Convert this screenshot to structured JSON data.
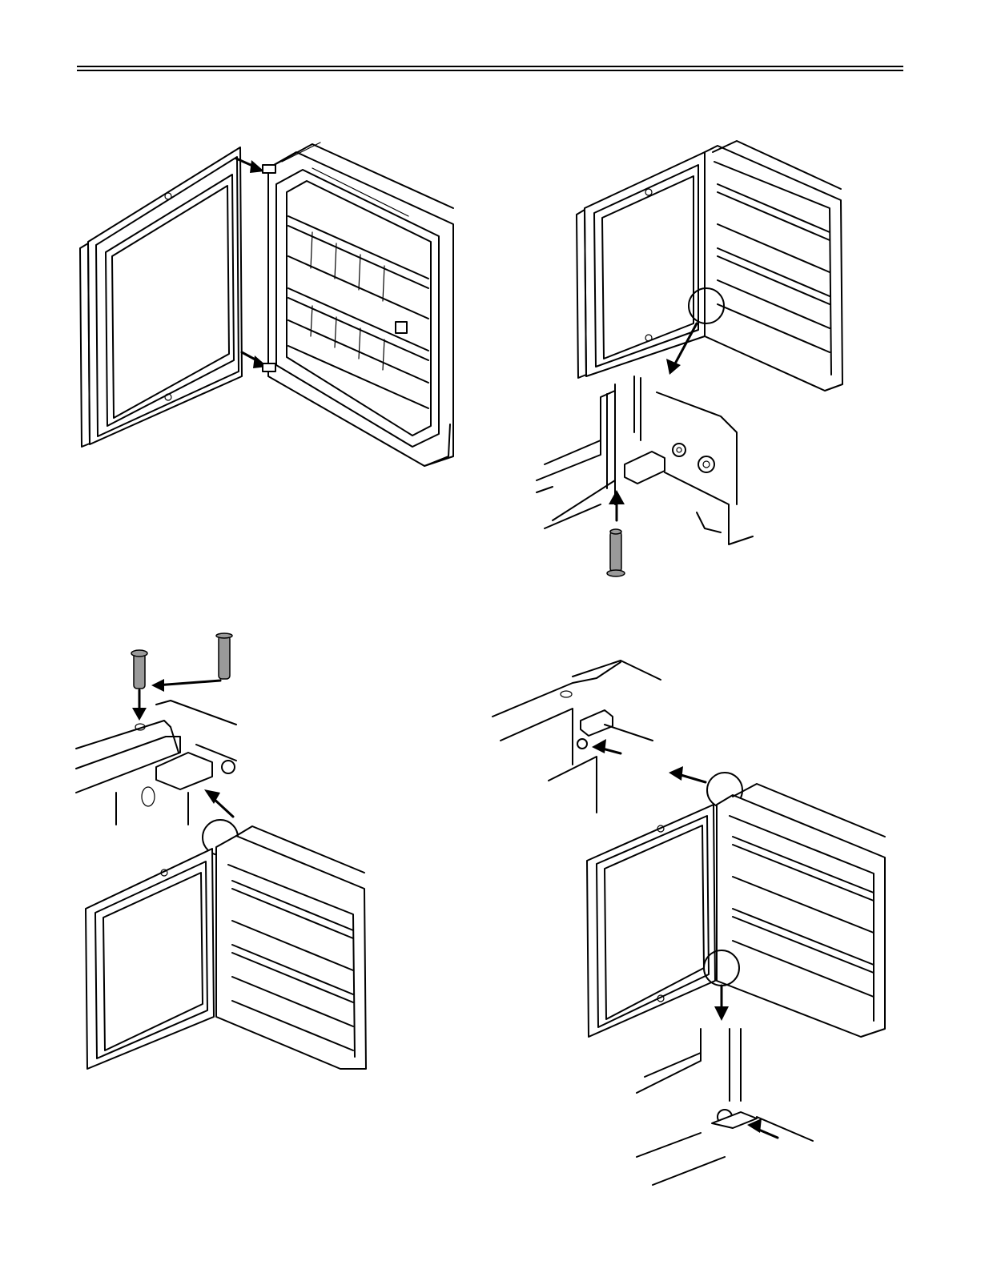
{
  "page": {
    "title": "",
    "text_blocks": []
  },
  "figures": [
    {
      "id": "fig-remove-door",
      "caption": ""
    },
    {
      "id": "fig-bottom-hinge-pin",
      "caption": ""
    },
    {
      "id": "fig-top-hinge-pin",
      "caption": ""
    },
    {
      "id": "fig-hinge-screws",
      "caption": ""
    }
  ],
  "colors": {
    "line": "#000000",
    "pin_fill": "#9a9a9a",
    "background": "#ffffff"
  }
}
